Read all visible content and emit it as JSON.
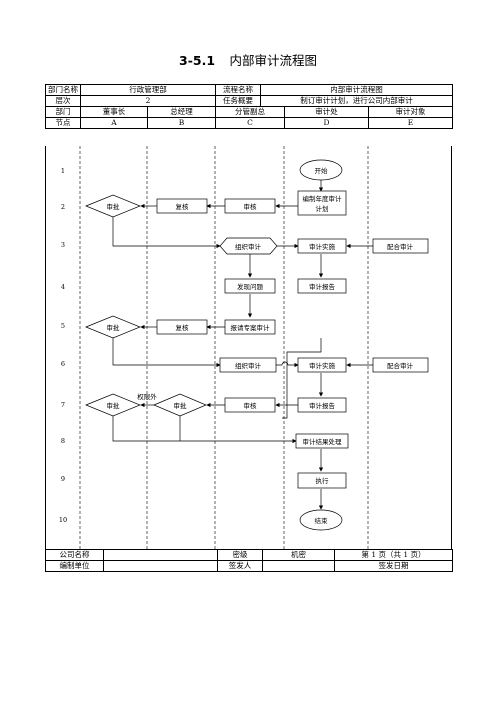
{
  "title": {
    "number": "3-5.1",
    "name": "内部审计流程图"
  },
  "header": {
    "dept_label": "部门名称",
    "dept_value": "行政管理部",
    "flow_label": "流程名称",
    "flow_value": "内部审计流程图",
    "level_label": "层次",
    "level_value": "2",
    "task_label": "任务概要",
    "task_value": "制订审计计划，进行公司内部审计",
    "col_dept_label": "部门",
    "col_node_label": "节点",
    "columns": [
      {
        "dept": "董事长",
        "node": "A"
      },
      {
        "dept": "总经理",
        "node": "B"
      },
      {
        "dept": "分管副总",
        "node": "C"
      },
      {
        "dept": "审计处",
        "node": "D"
      },
      {
        "dept": "审计对象",
        "node": "E"
      }
    ]
  },
  "rows": [
    "1",
    "2",
    "3",
    "4",
    "5",
    "6",
    "7",
    "8",
    "9",
    "10"
  ],
  "nodes": {
    "start": "开始",
    "plan_line1": "编制年度审计",
    "plan_line2": "计划",
    "approve_c2": "审核",
    "review_b2": "复核",
    "approve_a2": "审批",
    "organize_c3": "组织审计",
    "implement_d3": "审计实施",
    "cooperate_e3": "配合审计",
    "find_c4": "发现问题",
    "report_d4": "审计报告",
    "special_c5": "报请专案审计",
    "review_b5": "复核",
    "approve_a5": "审批",
    "organize_c6": "组织审计",
    "implement_d6": "审计实施",
    "cooperate_e6": "配合审计",
    "report_d7": "审计报告",
    "approve_c7": "审核",
    "approve_b7": "审批",
    "approve_a7": "审批",
    "authority_note": "权限外",
    "result_d8": "审计结果处理",
    "execute_d9": "执行",
    "end": "结束"
  },
  "footer": {
    "company_label": "公司名称",
    "company_value": "",
    "secret_label": "密级",
    "secret_value": "机密",
    "page_text": "第 1 页（共 1 页）",
    "unit_label": "编制单位",
    "unit_value": "",
    "issuer_label": "签发人",
    "issuer_value": "",
    "date_label": "签发日期",
    "date_value": ""
  }
}
